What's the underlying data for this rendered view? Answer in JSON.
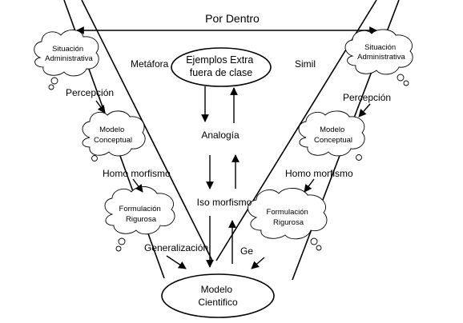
{
  "top_label": "Por Dentro",
  "left_branch": {
    "situation": [
      "Situación",
      "Administrativa"
    ],
    "perception": "Percepción",
    "model": [
      "Modelo",
      "Conceptual"
    ],
    "homomorphism": "Homo morfismo",
    "formulation": [
      "Formulación",
      "Rigurosa"
    ],
    "generalization": "Generalización"
  },
  "right_branch": {
    "situation": [
      "Situación",
      "Administrativa"
    ],
    "perception": "Percepción",
    "model": [
      "Modelo",
      "Conceptual"
    ],
    "homomorphism": "Homo morfismo",
    "formulation": [
      "Formulación",
      "Rigurosa"
    ],
    "generalization_partial": "Ge"
  },
  "center": {
    "metaphor": "Metáfora",
    "simile": "Simil",
    "examples": [
      "Ejemplos Extra",
      "fuera de clase"
    ],
    "analogy": "Analogía",
    "isomorphism": "Iso morfismo"
  },
  "bottom": {
    "scientific_model": [
      "Modelo",
      "Cientifico"
    ]
  }
}
